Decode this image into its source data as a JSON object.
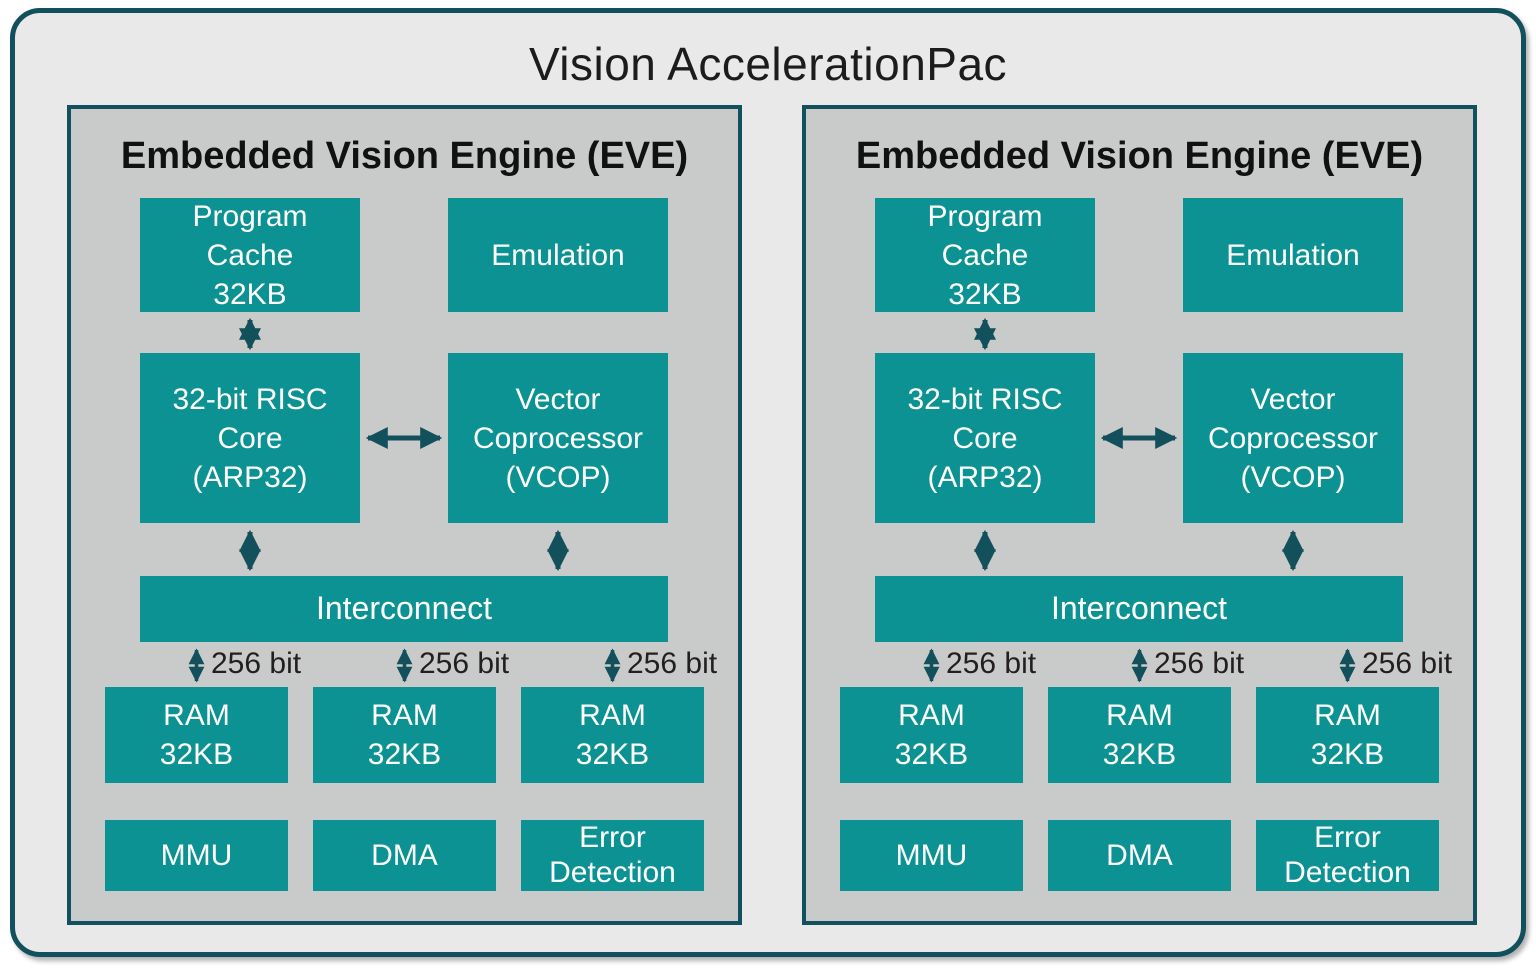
{
  "title": "Vision AccelerationPac",
  "eve": {
    "title": "Embedded Vision Engine (EVE)",
    "bus_width": "256 bit",
    "blocks": {
      "program_cache": "Program\nCache\n32KB",
      "emulation": "Emulation",
      "risc_core": "32-bit RISC\nCore\n(ARP32)",
      "vector_coprocessor": "Vector\nCoprocessor\n(VCOP)",
      "interconnect": "Interconnect",
      "ram": "RAM\n32KB",
      "mmu": "MMU",
      "dma": "DMA",
      "error_detection": "Error\nDetection"
    }
  },
  "colors": {
    "block_fill": "#0D9294",
    "block_text": "#FFFFFF",
    "panel_background": "#C9CACA",
    "outer_background": "#E8E9E8",
    "border_teal": "#11505C",
    "arrow_teal": "#12505C",
    "title_text": "#1C1C1C",
    "bus_label_text": "#231F20"
  }
}
